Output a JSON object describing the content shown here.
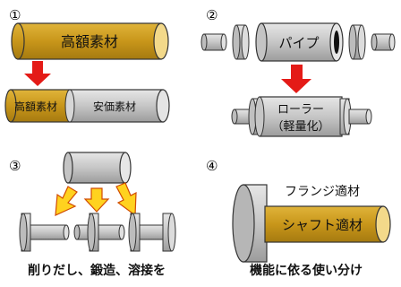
{
  "steps": {
    "s1": {
      "number": "①",
      "top_label": "高額素材",
      "left_label": "高額素材",
      "right_label": "安価素材"
    },
    "s2": {
      "number": "②",
      "pipe_label": "パイプ",
      "roller_label_1": "ローラー",
      "roller_label_2": "（軽量化）"
    },
    "s3": {
      "number": "③",
      "caption": "削りだし、鍛造、溶接を"
    },
    "s4": {
      "number": "④",
      "flange_label": "フランジ適材",
      "shaft_label": "シャフト適材",
      "caption": "機能に依る使い分け"
    }
  },
  "colors": {
    "gold": "#c89a1e",
    "gray": "#c8c8c8",
    "dark_gray": "#8a8a8a",
    "red_arrow": "#e41b17",
    "yellow_arrow": "#ffd21f"
  }
}
